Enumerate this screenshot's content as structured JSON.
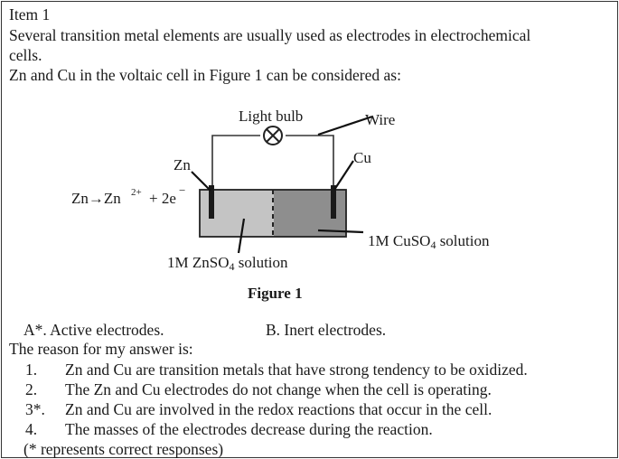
{
  "item_title": "Item 1",
  "intro_line1": "Several transition metal elements are usually used as electrodes in electrochemical",
  "intro_line2": "cells.",
  "question": "Zn and Cu in the voltaic cell in Figure 1 can be considered as:",
  "figure": {
    "light_bulb_label": "Light bulb",
    "wire_label": "Wire",
    "zn_label": "Zn",
    "cu_label": "Cu",
    "reaction_lhs": "Zn→Zn",
    "reaction_charge": "2+",
    "reaction_rhs": "+ 2e",
    "reaction_electron_sign": "−",
    "znso4_label_main": "1M ZnSO",
    "znso4_label_sub": "4",
    "znso4_label_end": " solution",
    "cuso4_label_main": "1M CuSO",
    "cuso4_label_sub": "4",
    "cuso4_label_end": " solution",
    "caption": "Figure 1",
    "colors": {
      "zn_solution": "#c4c4c4",
      "cu_solution": "#8e8e8e",
      "electrode": "#1a1a1a"
    }
  },
  "options": {
    "a": "A*. Active electrodes.",
    "b": "B. Inert electrodes."
  },
  "reason_heading": "The reason for my answer is:",
  "reasons": [
    {
      "num": "1.",
      "text": "Zn and Cu are transition metals that have strong tendency to be oxidized."
    },
    {
      "num": "2.",
      "text": "The Zn and Cu electrodes do not change when the cell is operating."
    },
    {
      "num": "3*.",
      "text": "Zn and Cu are involved in the redox reactions that occur in the cell."
    },
    {
      "num": "4.",
      "text": "The masses of the electrodes decrease during the reaction."
    }
  ],
  "footnote": "(* represents correct responses)"
}
